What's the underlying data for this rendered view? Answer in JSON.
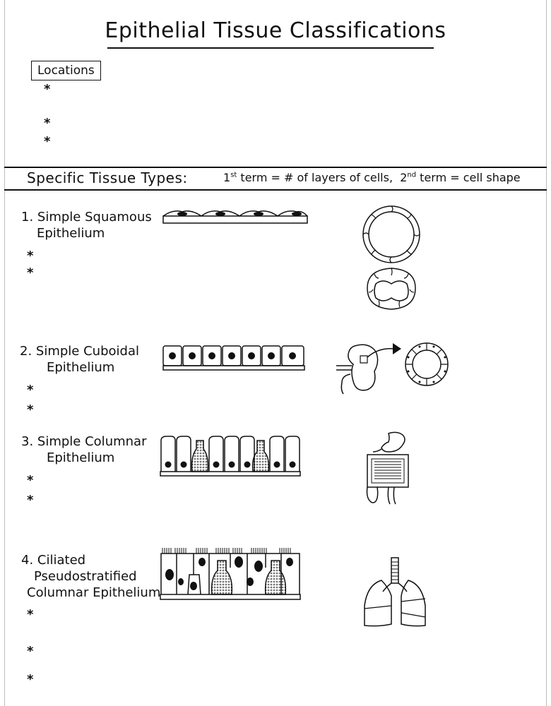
{
  "title": "Epithelial Tissue Classifications",
  "locations": {
    "label": "Locations",
    "bullet": "*"
  },
  "section": {
    "heading": "Specific Tissue Types:",
    "note_first_num": "1",
    "note_first_sup": "st",
    "note_first_text": "term = # of layers of cells,",
    "note_second_num": "2",
    "note_second_sup": "nd",
    "note_second_text": "term = cell shape"
  },
  "tissues": [
    {
      "number": "1.",
      "line1": "Simple Squamous",
      "line2": "Epithelium"
    },
    {
      "number": "2.",
      "line1": "Simple Cuboidal",
      "line2": "Epithelium"
    },
    {
      "number": "3.",
      "line1": "Simple Columnar",
      "line2": "Epithelium"
    },
    {
      "number": "4.",
      "line1": "Ciliated",
      "line2": "Pseudostratified",
      "line3": "Columnar Epithelium"
    }
  ],
  "bullet": "*"
}
